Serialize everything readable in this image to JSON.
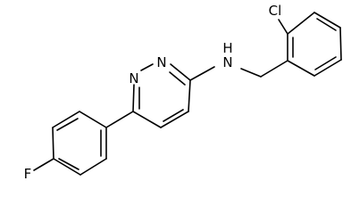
{
  "molecule": {
    "atoms": {
      "cl": "Cl",
      "n_ring_1": "N",
      "n_ring_2": "N",
      "nh": "N",
      "h": "H",
      "f": "F"
    }
  }
}
